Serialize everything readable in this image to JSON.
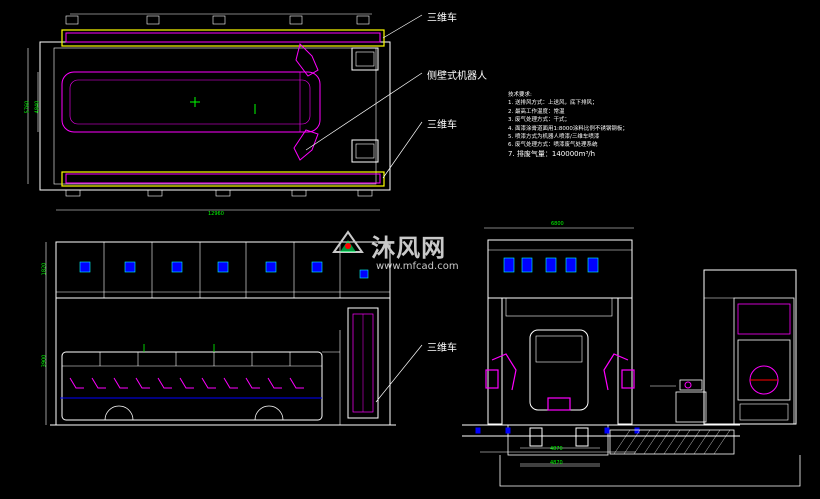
{
  "labels": {
    "top_3d_car": "三维车",
    "wall_robot": "侧壁式机器人",
    "mid_3d_car": "三维车",
    "bottom_3d_car": "三维车"
  },
  "tech_notes": {
    "heading": "技术要求:",
    "items": [
      "1. 送排风方式：上送风，底下排风；",
      "2. 最高工作温度：常温",
      "3. 废气处理方式：干式；",
      "4. 面漆涂膏道面用1:8000涂料比例不锈钢钢板；",
      "5. 喷漆方式为机器人喷漆/三维车喷漆",
      "6. 废气处理方式：喷漆废气处理系统",
      "7. 排废气量：140000m³/h"
    ]
  },
  "watermark": {
    "name": "沐风网",
    "url": "www.mfcad.com"
  },
  "dimensions": {
    "plan_width": "12960",
    "plan_height_1": "4840",
    "plan_height_2": "5760",
    "section_width": "6800",
    "lower_width_1": "4870",
    "lower_width_2": "4870",
    "elev_height_1": "1820",
    "elev_height_2": "3900"
  },
  "colors": {
    "background": "#000000",
    "line": "#ffffff",
    "magenta": "#ff00ff",
    "yellow": "#ffff00",
    "green": "#00ff00",
    "cyan": "#00ffff",
    "blue": "#0000ff",
    "red": "#ff0000"
  }
}
